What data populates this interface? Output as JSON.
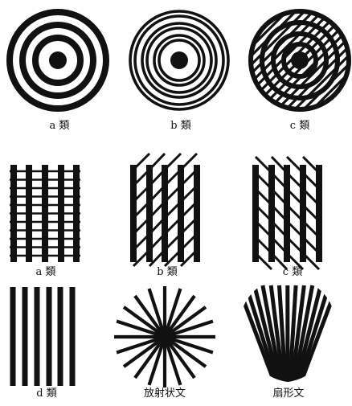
{
  "colors": {
    "ink": "#111111",
    "paper": "#ffffff"
  },
  "figures": {
    "circle_a": {
      "caption": "a 類",
      "pattern": "concentric-circles"
    },
    "circle_b": {
      "caption": "b 類",
      "pattern": "concentric-double-rings"
    },
    "circle_c": {
      "caption": "c 類",
      "pattern": "concentric-circles-with-diagonal-hatching"
    },
    "stripe_a": {
      "caption": "a 類",
      "pattern": "vertical-bars-with-horizontal-rungs"
    },
    "stripe_b": {
      "caption": "b 類",
      "pattern": "vertical-bars-with-diagonal-rungs"
    },
    "stripe_c": {
      "caption": "c 類",
      "pattern": "vertical-bars-with-diagonal-rungs"
    },
    "stripe_d": {
      "caption": "d 類",
      "pattern": "plain-vertical-bars"
    },
    "radial": {
      "caption": "放射状文",
      "pattern": "radiating-lines",
      "ray_count": 20
    },
    "fan": {
      "caption": "扇形文",
      "pattern": "fan-lines"
    }
  }
}
